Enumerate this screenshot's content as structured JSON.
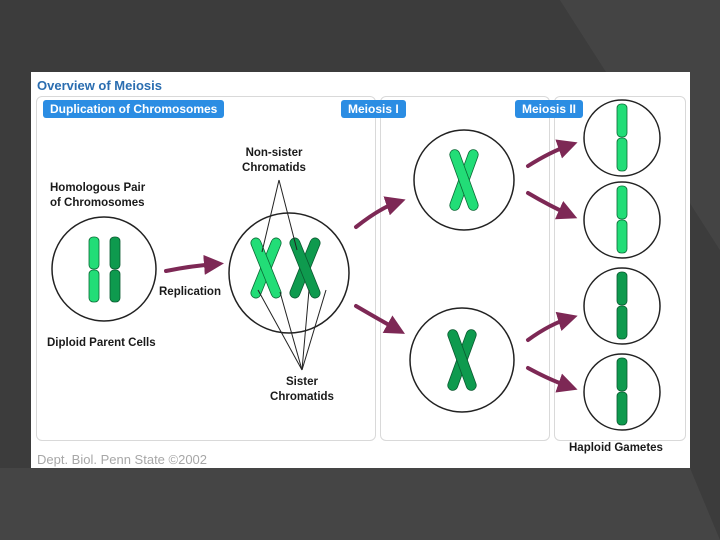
{
  "title": "Overview of Meiosis",
  "sections": {
    "duplication": "Duplication of Chromosomes",
    "meiosis1": "Meiosis I",
    "meiosis2": "Meiosis II"
  },
  "labels": {
    "homologous_pair": "Homologous Pair\nof Chromosomes",
    "replication": "Replication",
    "diploid": "Diploid Parent Cells",
    "nonsister": "Non-sister\nChromatids",
    "sister": "Sister\nChromatids",
    "haploid": "Haploid Gametes"
  },
  "footer": "Dept. Biol. Penn State ©2002",
  "colors": {
    "light_green": "#22dd77",
    "dark_green": "#0e9a4e",
    "arrow": "#7d2855",
    "pill_blue": "#2b8de3",
    "title_blue": "#2a6db0"
  }
}
